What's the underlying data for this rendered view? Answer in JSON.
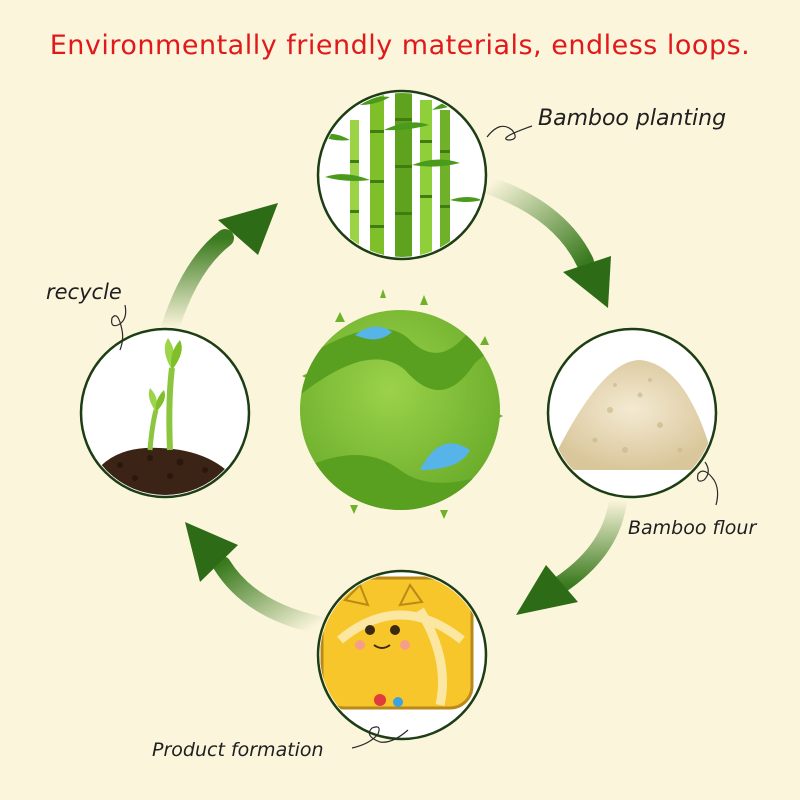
{
  "headline": "Environmentally friendly materials, endless loops.",
  "stages": {
    "bamboo_planting": "Bamboo planting",
    "bamboo_flour": "Bamboo flour",
    "product_formation": "Product formation",
    "recycle": "recycle"
  },
  "colors": {
    "background": "#fbf5dc",
    "headline": "#e0191b",
    "arrow": "#2e6b16",
    "planet": "#8cc63f"
  }
}
